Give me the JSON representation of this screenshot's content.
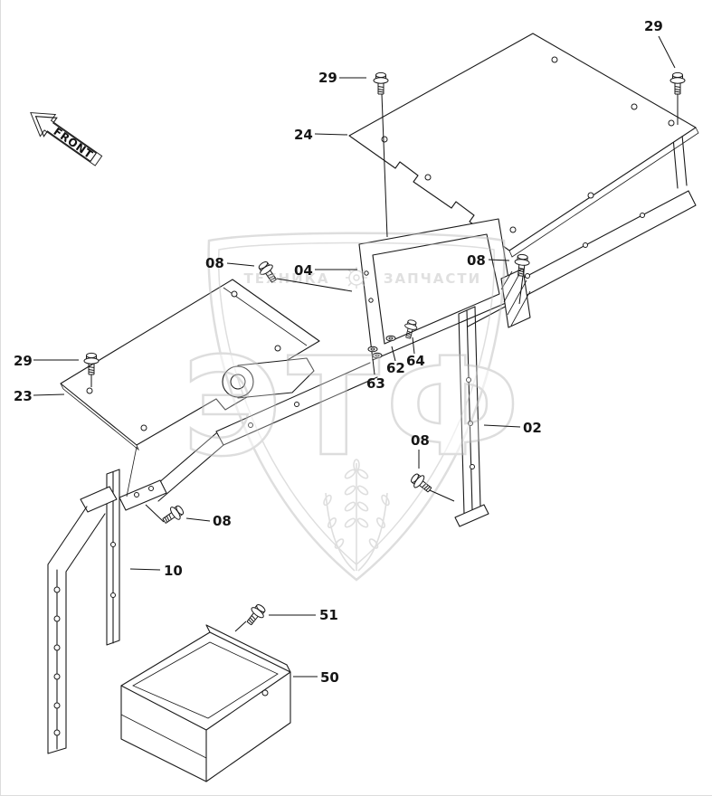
{
  "figure": {
    "front_label": "FRONT"
  },
  "callouts": {
    "c29_top_right": "29",
    "c29_top": "29",
    "c24": "24",
    "c04": "04",
    "c08_frame_left": "08",
    "c08_frame_right": "08",
    "c63": "63",
    "c62": "62",
    "c64": "64",
    "c02": "02",
    "c08_post": "08",
    "c08_bracket": "08",
    "c29_panel": "29",
    "c23": "23",
    "c10": "10",
    "c51": "51",
    "c50": "50"
  },
  "watermark": {
    "brand": "ЭТФ",
    "tagline_left": "ТЕХНИКА",
    "tagline_right": "ЗАПЧАСТИ"
  }
}
